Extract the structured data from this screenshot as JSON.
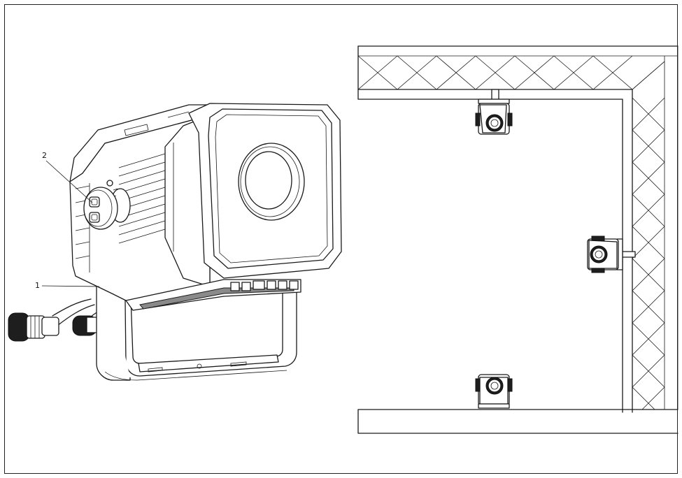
{
  "figure": {
    "callouts": [
      {
        "number": "1",
        "target": "mounting-bracket"
      },
      {
        "number": "2",
        "target": "bracket-locking-knob"
      }
    ]
  }
}
